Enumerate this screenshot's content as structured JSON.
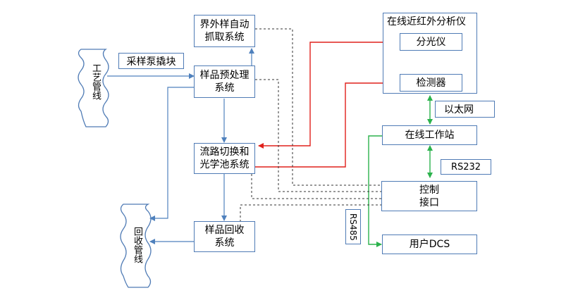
{
  "pipes": {
    "process_pipe": "工艺管线",
    "return_pipe": "回收管线"
  },
  "labels": {
    "sampling_pump": "采样泵撬块",
    "ethernet": "以太网",
    "rs232": "RS232",
    "rs485": "RS485"
  },
  "boxes": {
    "ext_auto_sampling": "界外样自动\n抓取系统",
    "sample_pretreat": "样品预处理\n系统",
    "flow_switch": "流路切换和\n光学池系统",
    "sample_recovery": "样品回收\n系统",
    "analyzer_title": "在线近红外分析仪",
    "spectrometer": "分光仪",
    "detector": "检测器",
    "workstation": "在线工作站",
    "control_interface": "控制\n接口",
    "user_dcs": "用户DCS"
  },
  "colors": {
    "box_border": "#4f7bb5",
    "blue_line": "#4f81bd",
    "red_line": "#e0201b",
    "green_line": "#2bb24c",
    "dashed_line": "#333333"
  }
}
